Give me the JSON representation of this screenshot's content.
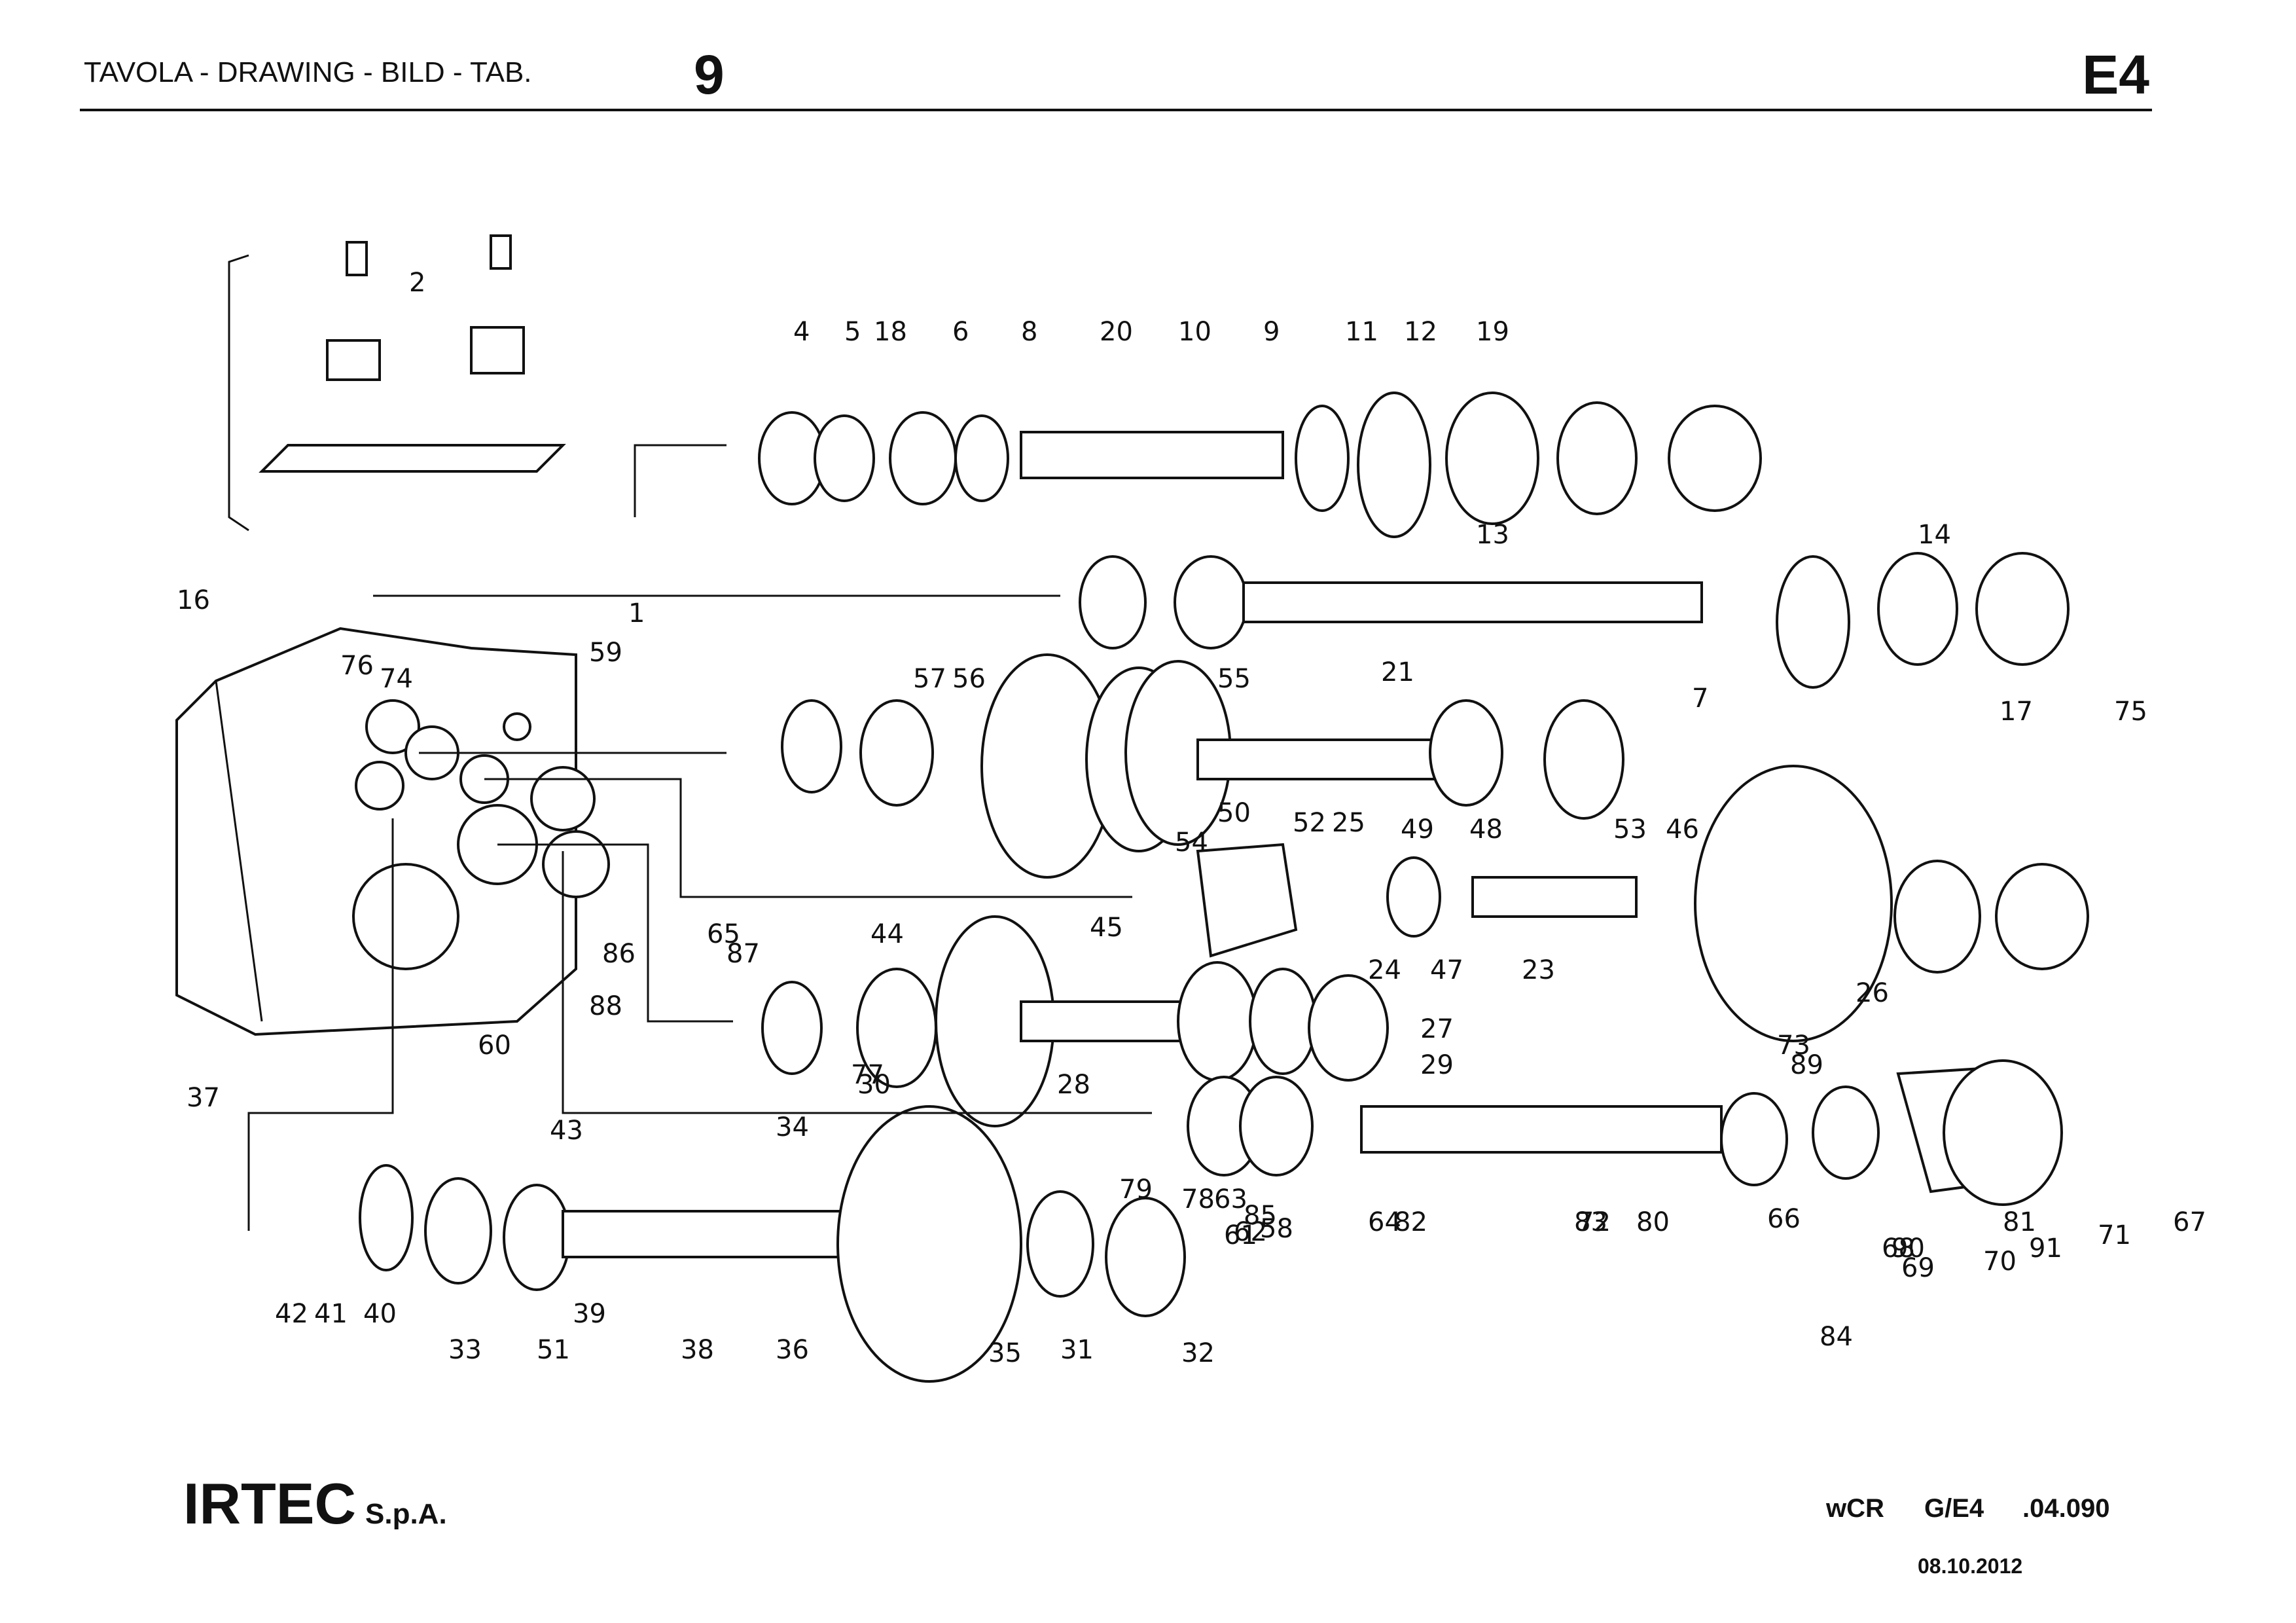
{
  "header": {
    "label": "TAVOLA - DRAWING - BILD - TAB.",
    "table_number": "9",
    "code": "E4"
  },
  "footer": {
    "company": "IRTEC",
    "company_suffix": "S.p.A.",
    "ref_model": "wCR",
    "ref_group": "G/E4",
    "ref_number": ".04.090",
    "date": "08.10.2012"
  },
  "callouts": [
    "1",
    "2",
    "4",
    "5",
    "6",
    "7",
    "8",
    "9",
    "10",
    "11",
    "12",
    "13",
    "14",
    "16",
    "17",
    "18",
    "19",
    "20",
    "21",
    "23",
    "24",
    "25",
    "26",
    "27",
    "28",
    "29",
    "30",
    "31",
    "32",
    "33",
    "34",
    "35",
    "36",
    "37",
    "38",
    "39",
    "40",
    "41",
    "42",
    "43",
    "44",
    "45",
    "46",
    "47",
    "48",
    "49",
    "50",
    "51",
    "52",
    "53",
    "54",
    "55",
    "56",
    "57",
    "58",
    "59",
    "60",
    "61",
    "62",
    "63",
    "64",
    "65",
    "66",
    "67",
    "68",
    "69",
    "70",
    "71",
    "72",
    "73",
    "74",
    "75",
    "76",
    "77",
    "78",
    "79",
    "80",
    "81",
    "82",
    "83",
    "84",
    "85",
    "86",
    "87",
    "88",
    "89",
    "90",
    "91"
  ]
}
